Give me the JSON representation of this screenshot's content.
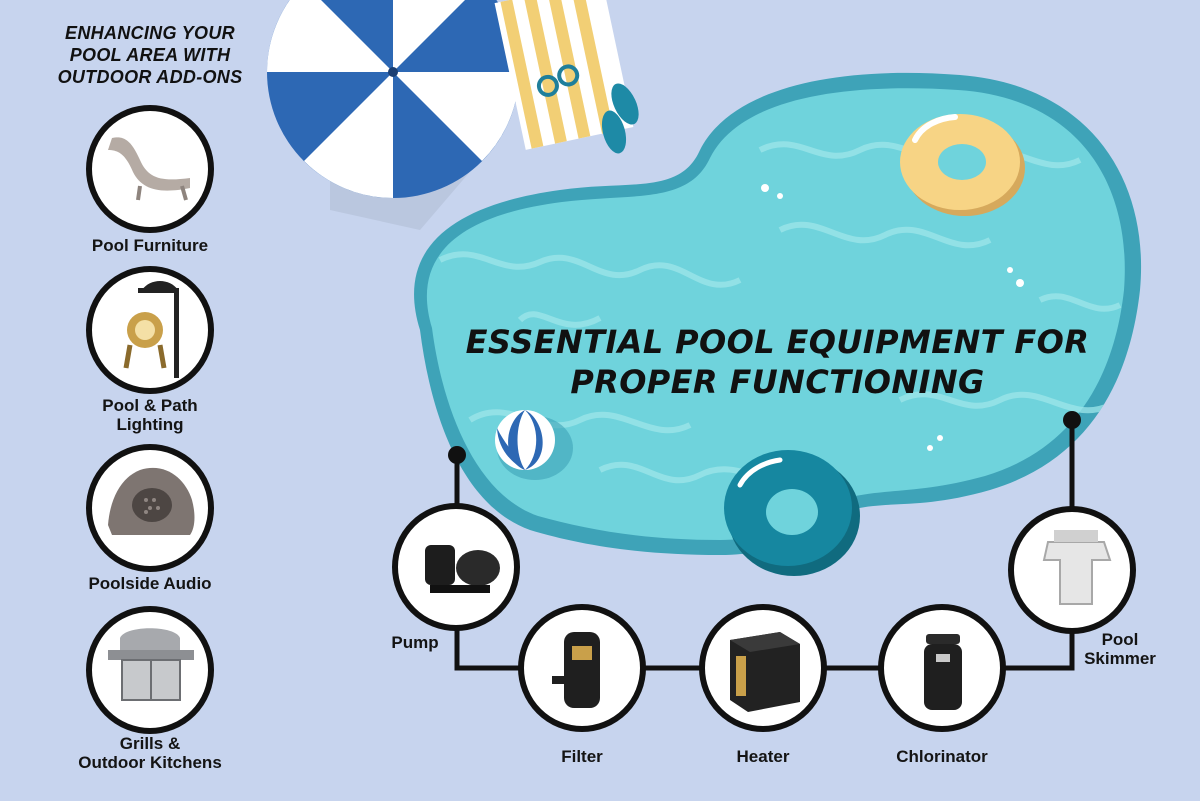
{
  "sidebar": {
    "title_lines": [
      "ENHANCING YOUR",
      "POOL AREA WITH",
      "OUTDOOR ADD-ONS"
    ],
    "items": [
      {
        "label_lines": [
          "Pool Furniture"
        ],
        "icon": "lounge-chair-icon"
      },
      {
        "label_lines": [
          "Pool & Path",
          "Lighting"
        ],
        "icon": "lighting-icon"
      },
      {
        "label_lines": [
          "Poolside Audio"
        ],
        "icon": "rock-speaker-icon"
      },
      {
        "label_lines": [
          "Grills &",
          "Outdoor Kitchens"
        ],
        "icon": "grill-icon"
      }
    ]
  },
  "main": {
    "title_lines": [
      "ESSENTIAL POOL EQUIPMENT FOR",
      "PROPER FUNCTIONING"
    ],
    "equipment": [
      {
        "label_lines": [
          "Pump"
        ],
        "icon": "pump-icon"
      },
      {
        "label_lines": [
          "Filter"
        ],
        "icon": "filter-icon"
      },
      {
        "label_lines": [
          "Heater"
        ],
        "icon": "heater-icon"
      },
      {
        "label_lines": [
          "Chlorinator"
        ],
        "icon": "chlorinator-icon"
      },
      {
        "label_lines": [
          "Pool",
          "Skimmer"
        ],
        "icon": "skimmer-icon"
      }
    ]
  },
  "colors": {
    "background": "#c7d4ee",
    "water": "#6fd3dc",
    "umbrella_blue": "#2d68b4",
    "ring_yellow": "#f7d485",
    "ring_teal": "#1687a0",
    "connector": "#111111"
  }
}
